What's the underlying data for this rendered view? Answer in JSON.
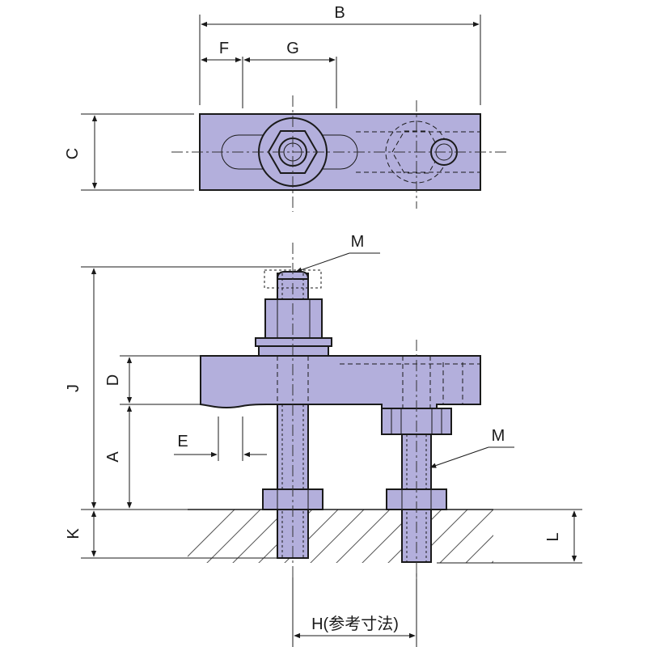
{
  "labels": {
    "B": "B",
    "F": "F",
    "G": "G",
    "C": "C",
    "M_top": "M",
    "J": "J",
    "D": "D",
    "E": "E",
    "A": "A",
    "M_side": "M",
    "K": "K",
    "L": "L",
    "H": "H(参考寸法)"
  },
  "colors": {
    "part_fill": "#b3afdc",
    "line": "#1a1a1a"
  }
}
